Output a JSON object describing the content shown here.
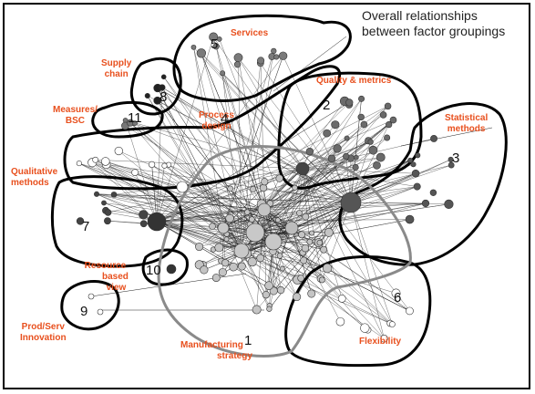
{
  "title": {
    "line1": "Overall relationships",
    "line2": "between factor groupings"
  },
  "labels": {
    "services": "Services",
    "supply_chain": [
      "Supply",
      "chain"
    ],
    "quality_metrics": "Quality & metrics",
    "measures_bsc": [
      "Measures/",
      "BSC"
    ],
    "process_design": [
      "Process",
      "design"
    ],
    "statistical_methods": [
      "Statistical",
      "methods"
    ],
    "qualitative_methods": [
      "Qualitative",
      "methods"
    ],
    "resource_based_view": [
      "Resource",
      "based",
      "view"
    ],
    "prod_serv_innovation": [
      "Prod/Serv",
      "Innovation"
    ],
    "manufacturing_strategy": [
      "Manufacturing",
      "strategy"
    ],
    "flexibility": "Flexibility"
  },
  "cluster_numbers": [
    "1",
    "2",
    "3",
    "4",
    "5",
    "6",
    "7",
    "8",
    "9",
    "10",
    "11"
  ],
  "colors": {
    "label": "#e8501e",
    "outline": "#000000",
    "core_outline": "#8a8a8a",
    "edge": "#222222"
  }
}
